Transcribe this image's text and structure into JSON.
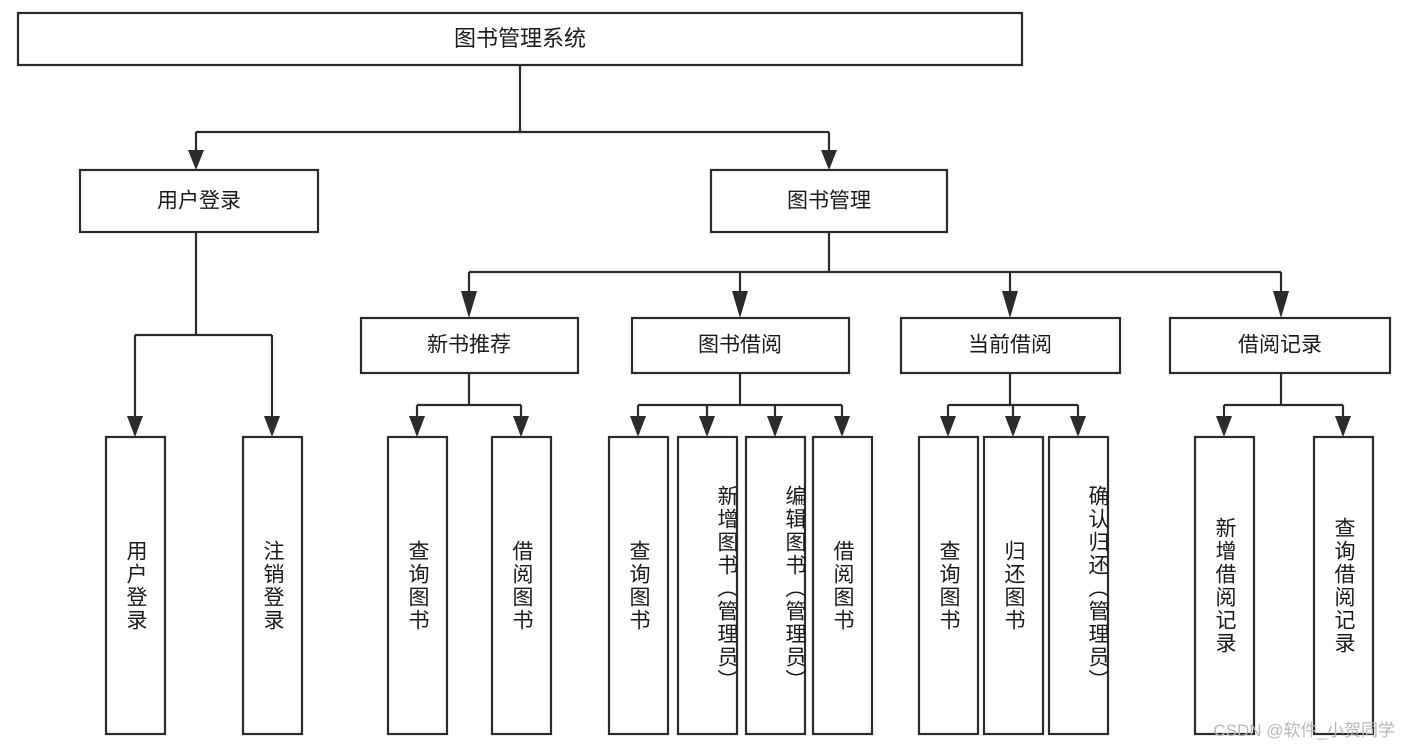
{
  "diagram": {
    "type": "tree-hierarchy",
    "title": "图书管理系统",
    "orientation": "top-down",
    "root": {
      "id": "root",
      "label": "图书管理系统"
    },
    "level2": [
      {
        "id": "user-login",
        "label": "用户登录"
      },
      {
        "id": "book-management",
        "label": "图书管理"
      }
    ],
    "level3": [
      {
        "id": "new-book-recommend",
        "label": "新书推荐",
        "parent": "book-management"
      },
      {
        "id": "book-borrow",
        "label": "图书借阅",
        "parent": "book-management"
      },
      {
        "id": "current-borrow",
        "label": "当前借阅",
        "parent": "book-management"
      },
      {
        "id": "borrow-record",
        "label": "借阅记录",
        "parent": "book-management"
      }
    ],
    "leaves": [
      {
        "id": "leaf-user-login",
        "label": "用户登录",
        "parent": "user-login"
      },
      {
        "id": "leaf-logout-login",
        "label": "注销登录",
        "parent": "user-login"
      },
      {
        "id": "leaf-query-book-1",
        "label": "查询图书",
        "parent": "new-book-recommend"
      },
      {
        "id": "leaf-borrow-book-1",
        "label": "借阅图书",
        "parent": "new-book-recommend"
      },
      {
        "id": "leaf-query-book-2",
        "label": "查询图书",
        "parent": "book-borrow"
      },
      {
        "id": "leaf-add-book",
        "label": "新增图书（管理员）",
        "parent": "book-borrow"
      },
      {
        "id": "leaf-edit-book",
        "label": "编辑图书（管理员）",
        "parent": "book-borrow"
      },
      {
        "id": "leaf-borrow-book-2",
        "label": "借阅图书",
        "parent": "book-borrow"
      },
      {
        "id": "leaf-query-book-3",
        "label": "查询图书",
        "parent": "current-borrow"
      },
      {
        "id": "leaf-return-book",
        "label": "归还图书",
        "parent": "current-borrow"
      },
      {
        "id": "leaf-confirm-return",
        "label": "确认归还（管理员）",
        "parent": "current-borrow"
      },
      {
        "id": "leaf-add-record",
        "label": "新增借阅记录",
        "parent": "borrow-record"
      },
      {
        "id": "leaf-query-record",
        "label": "查询借阅记录",
        "parent": "borrow-record"
      }
    ],
    "colors": {
      "stroke": "#2b2b2b",
      "box_fill": "#ffffff",
      "text": "#1a1a1a",
      "background": "#ffffff",
      "watermark": "#b8b8b8"
    }
  },
  "watermark": {
    "text": "CSDN @软件_小贺同学"
  }
}
